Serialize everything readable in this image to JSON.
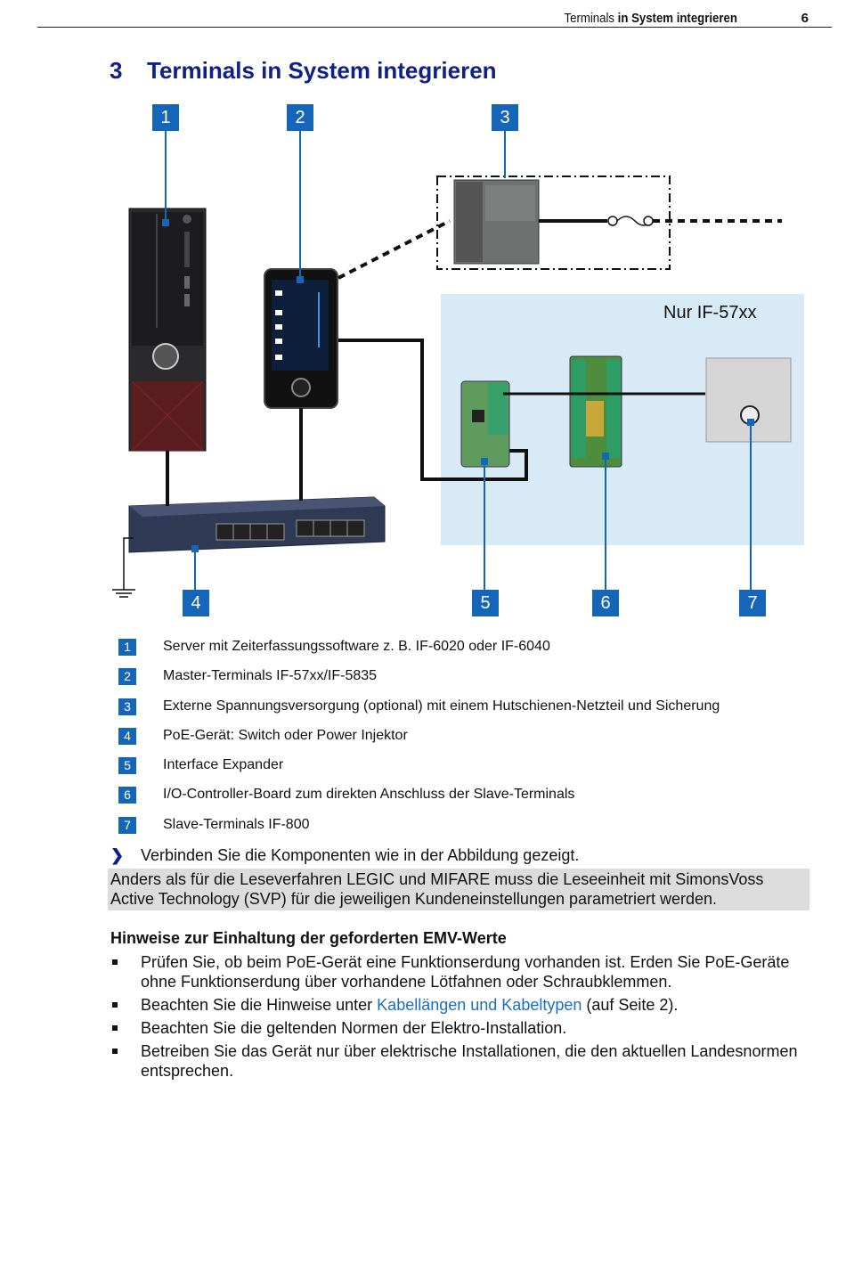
{
  "header": {
    "section_plain": "Terminals",
    "section_bold": "in System integrieren",
    "page_number": "6"
  },
  "title": {
    "number": "3",
    "text": "Terminals in System integrieren"
  },
  "figure": {
    "badges": [
      "1",
      "2",
      "3",
      "4",
      "5",
      "6",
      "7"
    ],
    "panel_label": "Nur IF-57xx",
    "colors": {
      "badge": "#1565b8",
      "panel": "#d8eaf6"
    }
  },
  "legend": [
    {
      "badge": "1",
      "text": "Server mit Zeiterfassungssoftware z. B. IF-6020 oder IF-6040"
    },
    {
      "badge": "2",
      "text": "Master-Terminals IF-57xx/IF-5835"
    },
    {
      "badge": "3",
      "text": "Externe Spannungsversorgung (optional) mit einem Hutschienen-Netzteil und Sicherung"
    },
    {
      "badge": "4",
      "text": "PoE-Gerät: Switch oder Power Injektor"
    },
    {
      "badge": "5",
      "text": "Interface Expander"
    },
    {
      "badge": "6",
      "text": "I/O-Controller-Board zum direkten Anschluss der Slave-Terminals"
    },
    {
      "badge": "7",
      "text": "Slave-Terminals IF-800"
    }
  ],
  "instruction": "Verbinden Sie die Komponenten wie in der Abbildung gezeigt.",
  "note": "Anders als für die Leseverfahren LEGIC und MIFARE muss die Leseeinheit mit SimonsVoss Active Technology (SVP) für die jeweiligen Kundeneinstellungen parametriert werden.",
  "emv": {
    "heading": "Hinweise zur Einhaltung der geforderten EMV-Werte",
    "bullets": {
      "b1": "Prüfen Sie, ob beim PoE-Gerät eine Funktionserdung vorhanden ist. Erden Sie PoE-Geräte ohne Funktionserdung über vorhandene Lötfahnen oder Schraubklemmen.",
      "b2_before": "Beachten Sie die Hinweise unter ",
      "b2_link": "Kabellängen und Kabeltypen",
      "b2_after": " (auf Seite 2).",
      "b3": "Beachten Sie die geltenden Normen der Elektro-Installation.",
      "b4": "Betreiben Sie das Gerät nur über elektrische Installationen, die den aktuellen Landesnormen entsprechen."
    }
  }
}
